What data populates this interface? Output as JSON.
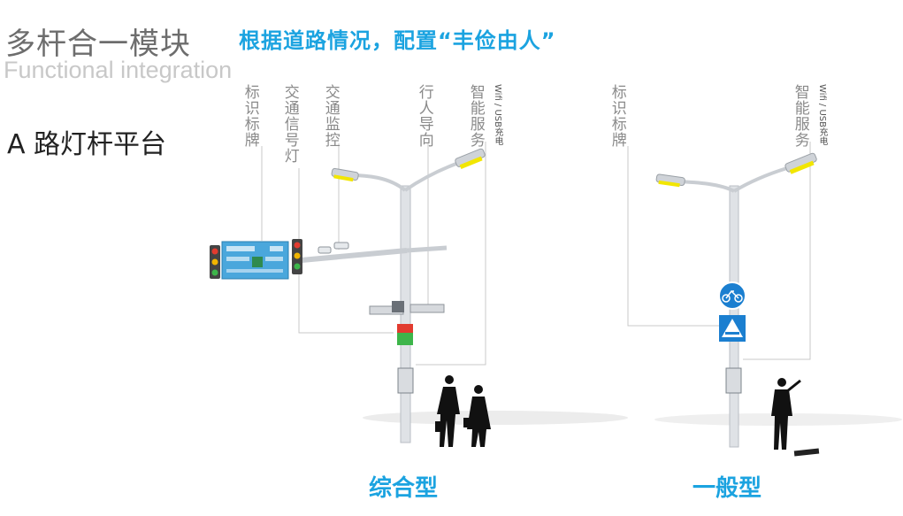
{
  "header": {
    "title_cn": "多杆合一模块",
    "title_en": "Functional integration",
    "headline": "根据道路情况，配置“丰俭由人”",
    "section": "A 路灯杆平台"
  },
  "left_pole": {
    "labels": [
      "标识标牌",
      "交通信号灯",
      "交通监控",
      "行人导向",
      "智能服务"
    ],
    "small_label": "Wifi / USB充电",
    "type_label": "综合型"
  },
  "right_pole": {
    "labels": [
      "标识标牌",
      "智能服务"
    ],
    "small_label": "Wifi / USB充电",
    "type_label": "一般型"
  },
  "colors": {
    "accent": "#1ba3e0",
    "lamp": "#f2e600",
    "pole": "#d9dde2",
    "sign": "#4aa7dc"
  }
}
